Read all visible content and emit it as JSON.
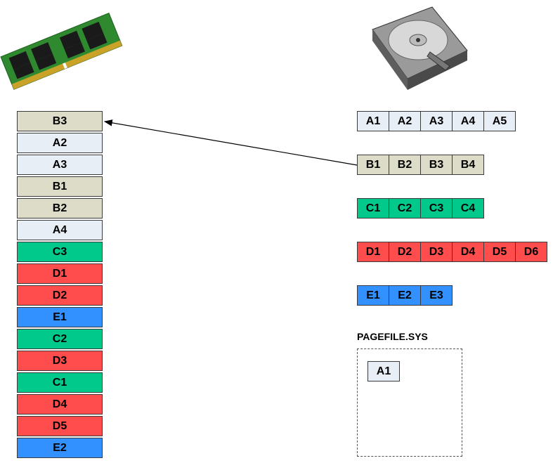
{
  "colors": {
    "A": "#e8eef6",
    "B": "#dcdcc8",
    "C": "#00c98b",
    "D": "#ff4d4d",
    "E": "#3390ff",
    "border": "#3a3a3a",
    "arrow": "#000000"
  },
  "icons": {
    "ram": "ram-module-icon",
    "disk": "hard-disk-drive-icon"
  },
  "ram_slots": [
    {
      "label": "B3",
      "group": "B"
    },
    {
      "label": "A2",
      "group": "A"
    },
    {
      "label": "A3",
      "group": "A"
    },
    {
      "label": "B1",
      "group": "B"
    },
    {
      "label": "B2",
      "group": "B"
    },
    {
      "label": "A4",
      "group": "A"
    },
    {
      "label": "C3",
      "group": "C"
    },
    {
      "label": "D1",
      "group": "D"
    },
    {
      "label": "D2",
      "group": "D"
    },
    {
      "label": "E1",
      "group": "E"
    },
    {
      "label": "C2",
      "group": "C"
    },
    {
      "label": "D3",
      "group": "D"
    },
    {
      "label": "C1",
      "group": "C"
    },
    {
      "label": "D4",
      "group": "D"
    },
    {
      "label": "D5",
      "group": "D"
    },
    {
      "label": "E2",
      "group": "E"
    }
  ],
  "disk_rows": [
    {
      "group": "A",
      "blocks": [
        "A1",
        "A2",
        "A3",
        "A4",
        "A5"
      ]
    },
    {
      "group": "B",
      "blocks": [
        "B1",
        "B2",
        "B3",
        "B4"
      ]
    },
    {
      "group": "C",
      "blocks": [
        "C1",
        "C2",
        "C3",
        "C4"
      ]
    },
    {
      "group": "D",
      "blocks": [
        "D1",
        "D2",
        "D3",
        "D4",
        "D5",
        "D6"
      ]
    },
    {
      "group": "E",
      "blocks": [
        "E1",
        "E2",
        "E3"
      ]
    }
  ],
  "pagefile": {
    "label": "PAGEFILE.SYS",
    "blocks": [
      {
        "label": "A1",
        "group": "A"
      }
    ]
  },
  "arrow": {
    "from": "B1",
    "to": "B3"
  }
}
